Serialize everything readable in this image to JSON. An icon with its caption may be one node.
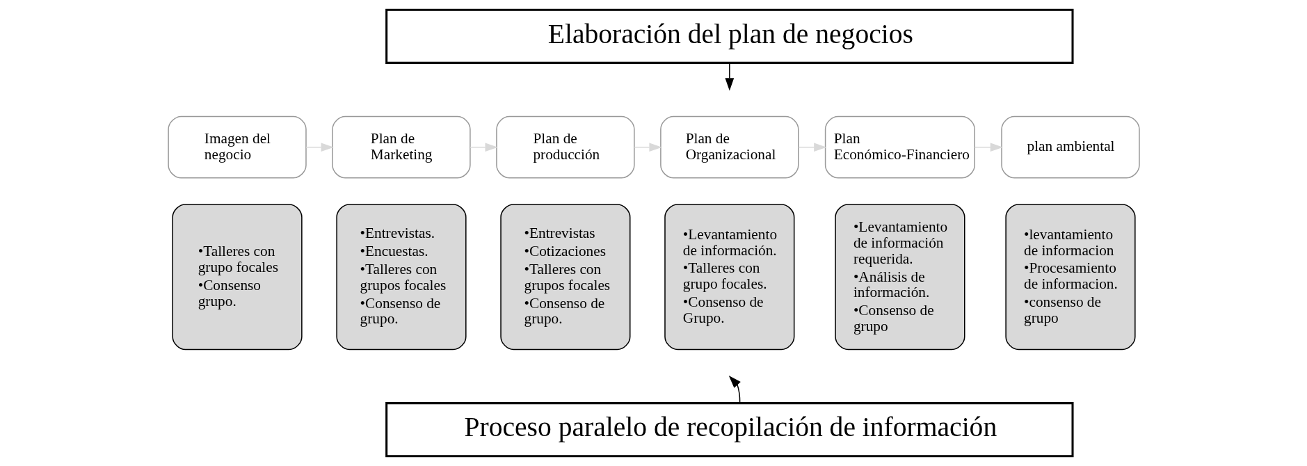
{
  "diagram": {
    "nodes": [
      {
        "text": [
          "Elaboración del plan de negocios"
        ]
      },
      {
        "text": [
          "Imagen del negocio"
        ]
      },
      {
        "text": [
          "•Talleres con grupo focales",
          "•Consenso grupo."
        ]
      },
      {
        "text": [
          "Plan de Marketing"
        ]
      },
      {
        "text": [
          "•Entrevistas.",
          "•Encuestas.",
          "•Talleres con grupos focales",
          "•Consenso de grupo."
        ]
      },
      {
        "text": [
          "Plan de producción"
        ]
      },
      {
        "text": [
          "•Entrevistas",
          "•Cotizaciones",
          "•Talleres con grupos focales",
          "•Consenso de grupo."
        ]
      },
      {
        "text": [
          "Plan de Organizacional"
        ]
      },
      {
        "text": [
          "•Levantamiento de información.",
          "•Talleres con grupo focales.",
          "•Consenso de Grupo."
        ]
      },
      {
        "text": [
          "Plan Económico-Financiero"
        ]
      },
      {
        "text": [
          "•Levantamiento de información requerida.",
          "•Análisis de información.",
          "•Consenso de grupo"
        ]
      },
      {
        "text": [
          "plan ambiental"
        ]
      },
      {
        "text": [
          "•levantamiento de informacion",
          "•Procesamiento de informacion.",
          "•consenso de grupo"
        ]
      },
      {
        "text": [
          "Proceso paralelo de recopilación de información"
        ]
      }
    ],
    "edges": [
      {
        "from": 0,
        "to": null,
        "arrow": "to",
        "color": "#000000"
      },
      {
        "from": 1,
        "to": 3,
        "arrow": "to",
        "color": "#d9d9d9"
      },
      {
        "from": 3,
        "to": 5,
        "arrow": "to",
        "color": "#d9d9d9"
      },
      {
        "from": 5,
        "to": 7,
        "arrow": "to",
        "color": "#d9d9d9"
      },
      {
        "from": 7,
        "to": 9,
        "arrow": "to",
        "color": "#d9d9d9"
      },
      {
        "from": 9,
        "to": 11,
        "arrow": "to",
        "color": "#d9d9d9"
      },
      {
        "from": 13,
        "to": null,
        "arrow": "to",
        "color": "#000000"
      }
    ]
  }
}
